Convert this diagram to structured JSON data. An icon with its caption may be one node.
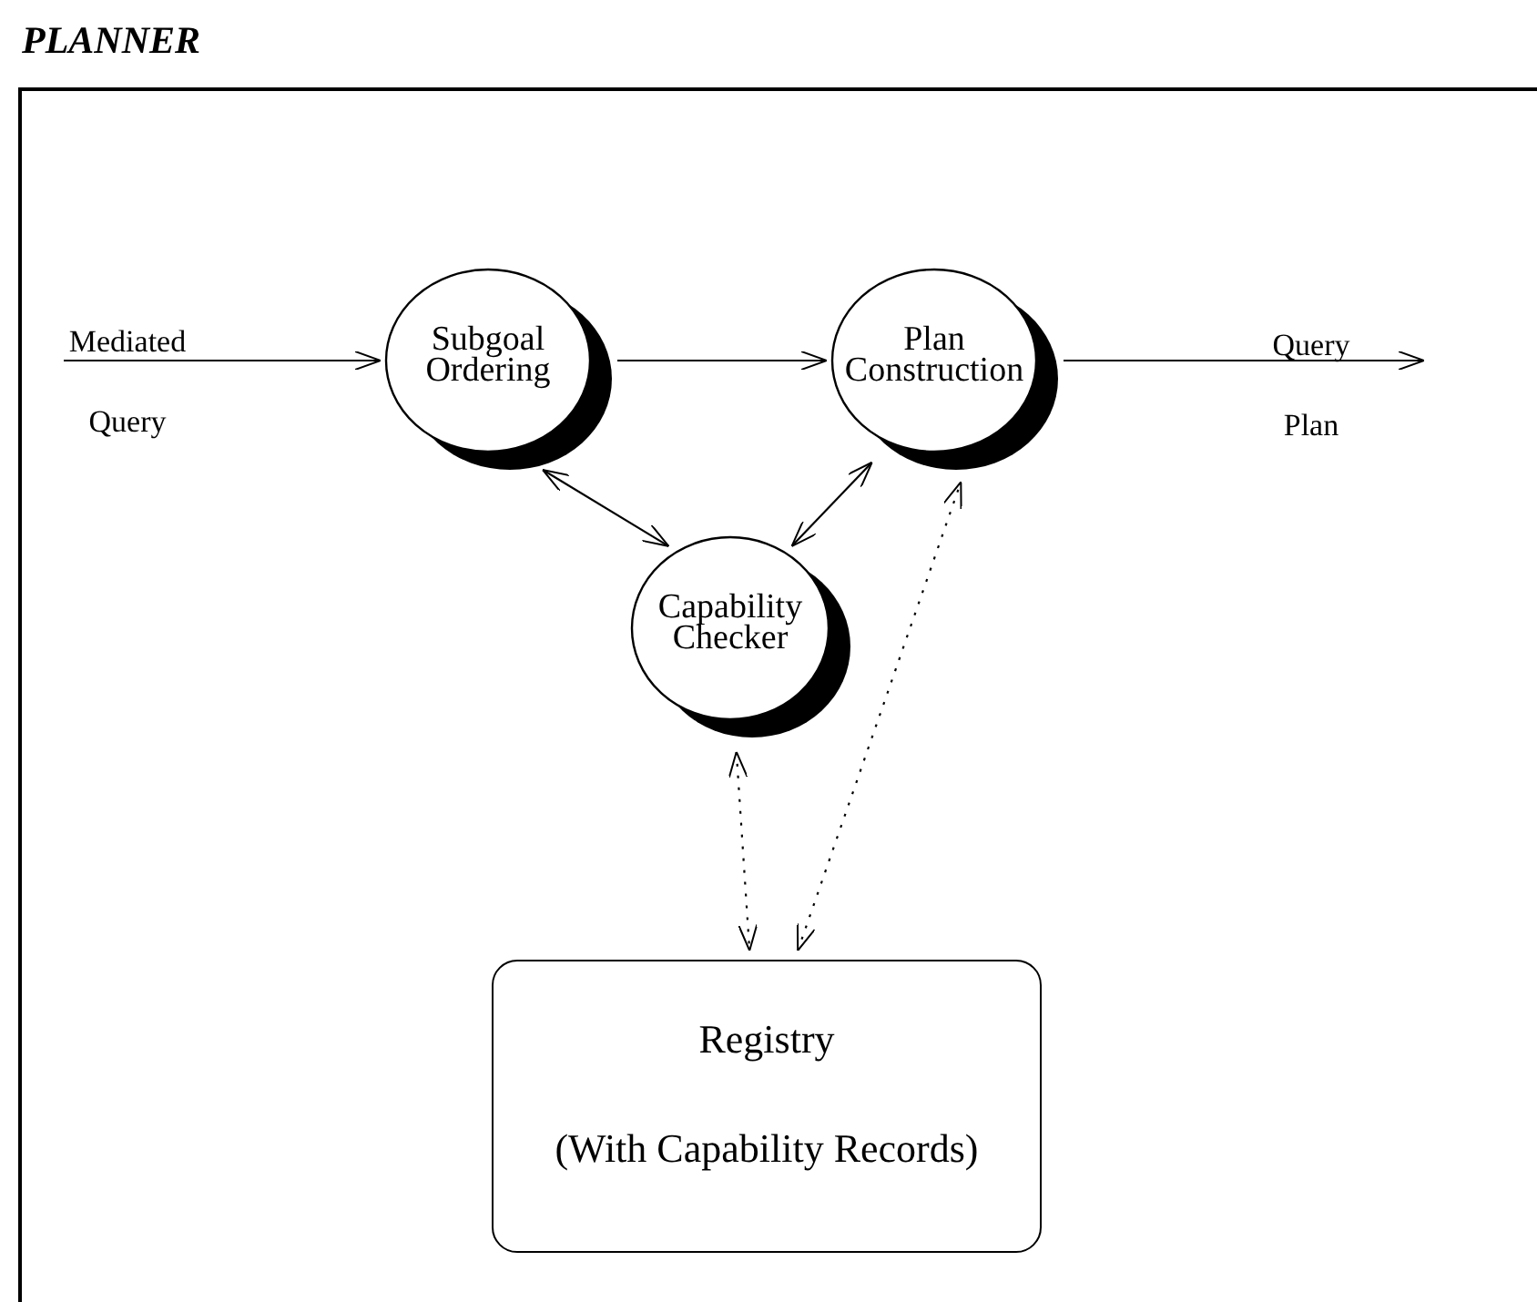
{
  "diagram": {
    "nodes": [
      {
        "text": [
          "PLANNER"
        ]
      },
      {
        "text": [
          "Subgoal Ordering"
        ],
        "in": 0
      },
      {
        "text": [
          "Plan Construction"
        ],
        "in": 0
      },
      {
        "text": [
          "Capability Checker"
        ],
        "in": 0
      },
      {
        "text": [
          "Registry",
          "(With Capability Records)"
        ],
        "in": 0
      }
    ],
    "edges": [
      {
        "from": null,
        "to": 1,
        "arrow": "to",
        "label": "Mediated Query"
      },
      {
        "from": 1,
        "to": 2,
        "arrow": "to"
      },
      {
        "from": 2,
        "to": null,
        "arrow": "to",
        "label": "Query Plan"
      },
      {
        "from": 1,
        "to": 3,
        "arrow": "both"
      },
      {
        "from": 3,
        "to": 2,
        "arrow": "both"
      },
      {
        "from": 3,
        "to": 4,
        "arrow": "both",
        "style": "dashed"
      },
      {
        "from": 4,
        "to": 2,
        "arrow": "both",
        "style": "dashed"
      }
    ]
  }
}
